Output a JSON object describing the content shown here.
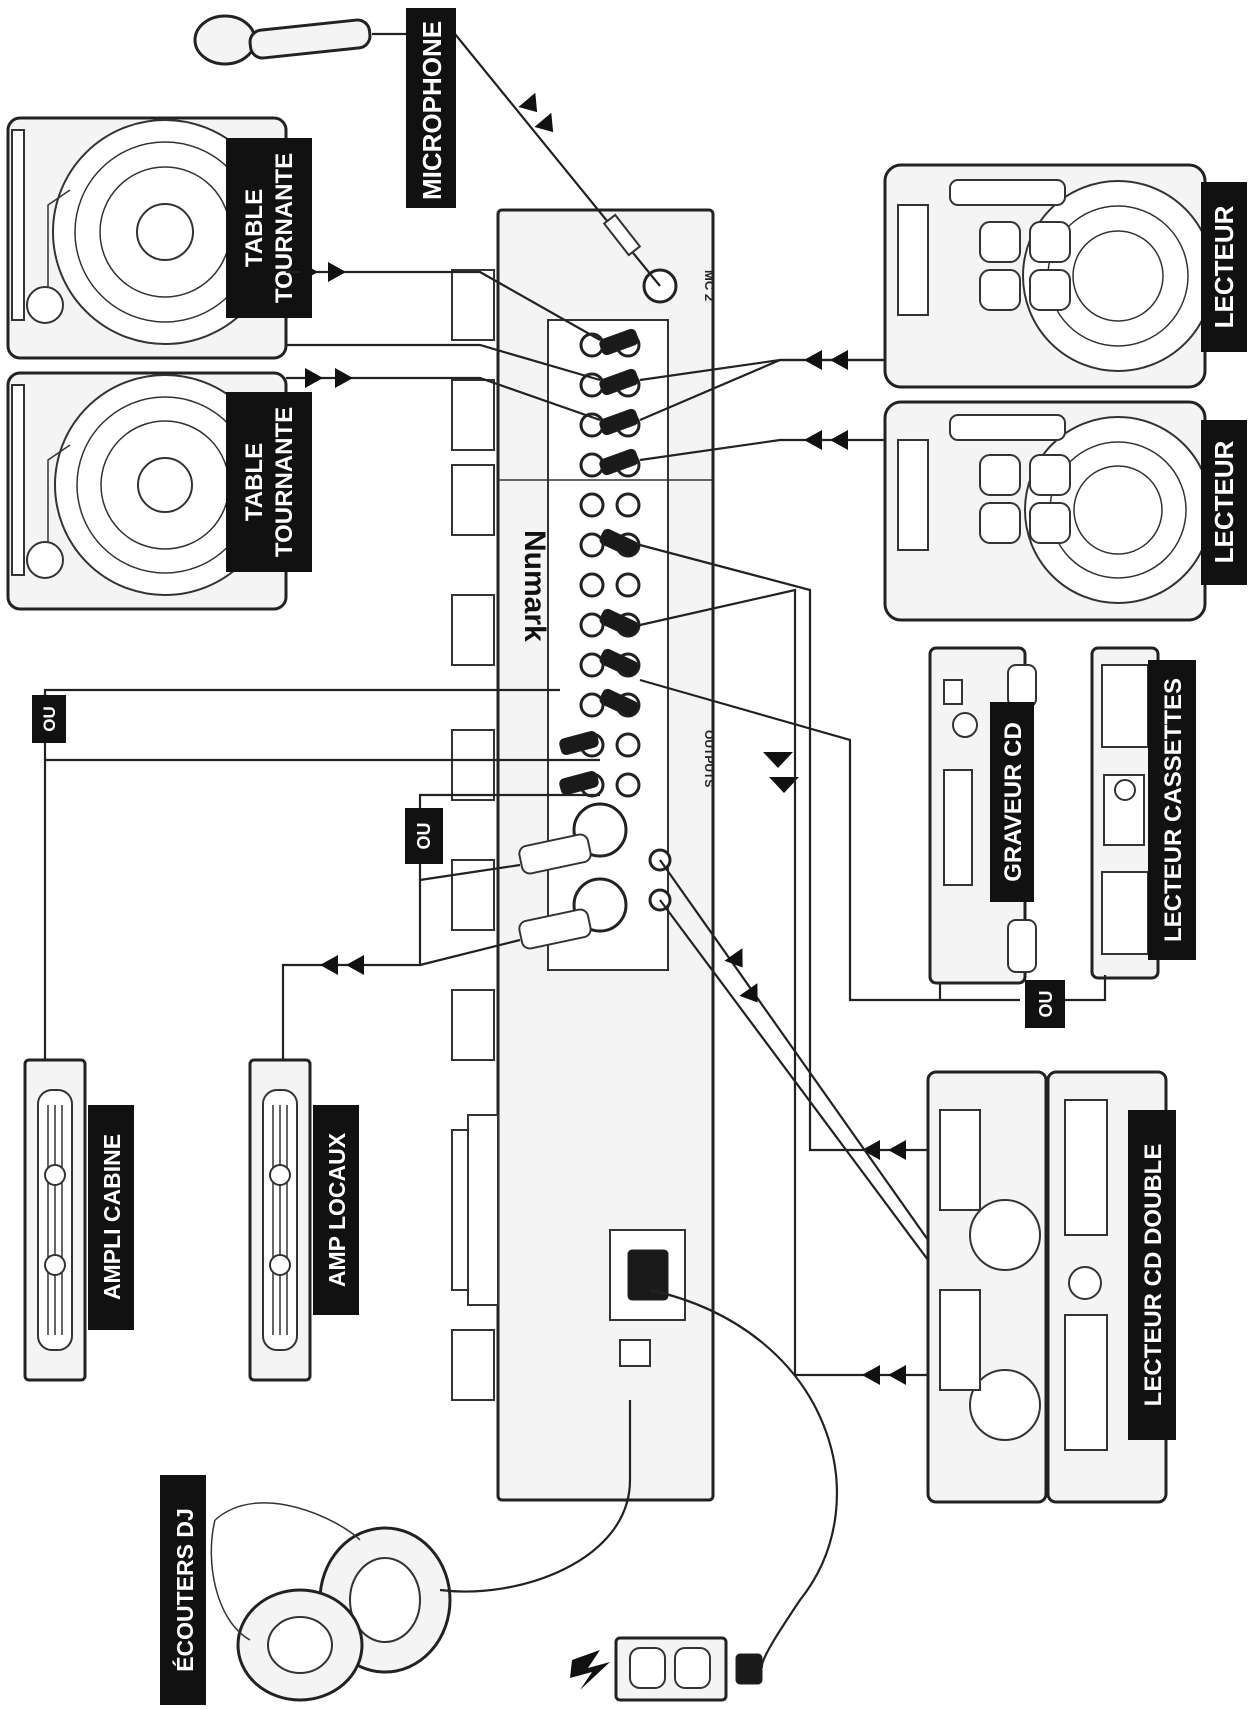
{
  "labels": {
    "microphone": "MICROPHONE",
    "turntable_1_line1": "TABLE",
    "turntable_1_line2": "TOURNANTE",
    "turntable_2_line1": "TABLE",
    "turntable_2_line2": "TOURNANTE",
    "player_1": "LECTEUR",
    "player_2": "LECTEUR",
    "cd_burner": "GRAVEUR CD",
    "cassette_player": "LECTEUR CASSETTES",
    "booth_amp": "AMPLI CABINE",
    "house_amp": "AMP LOCAUX",
    "dual_cd_player": "LECTEUR CD DOUBLE",
    "dj_headphones": "ÉCOUTERS DJ"
  },
  "or_labels": [
    "OU",
    "OU",
    "OU"
  ],
  "mixer": {
    "brand": "Numark",
    "model": "MC 2",
    "outputs_label": "OUTPUTS"
  },
  "device_brand": "Numark"
}
